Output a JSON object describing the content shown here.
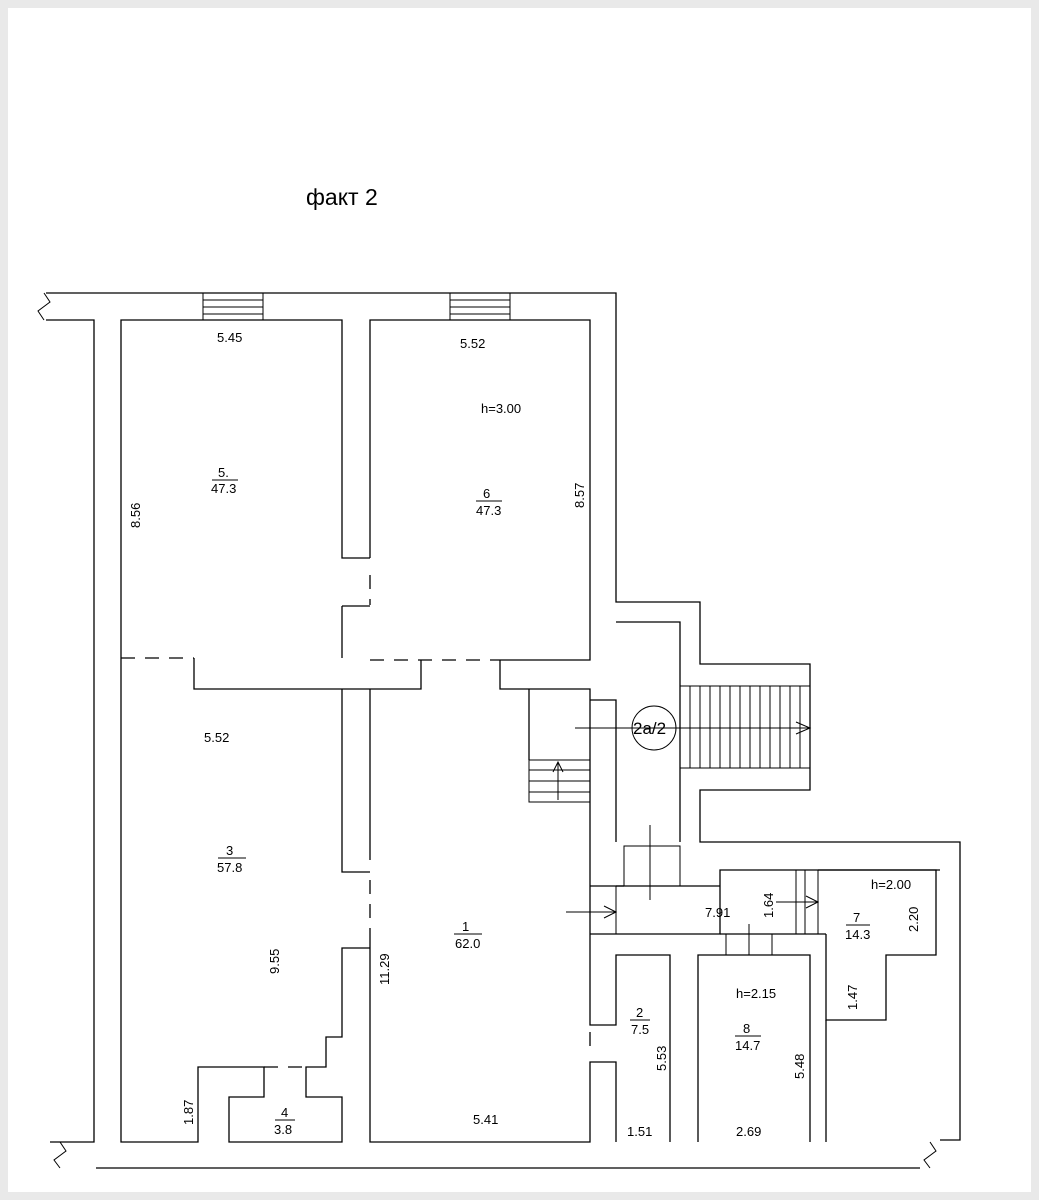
{
  "title": "факт 2",
  "stair_mark": "2а/2",
  "rooms": [
    {
      "number": "5.",
      "area": "47.3"
    },
    {
      "number": "6",
      "area": "47.3"
    },
    {
      "number": "3",
      "area": "57.8"
    },
    {
      "number": "1",
      "area": "62.0"
    },
    {
      "number": "2",
      "area": "7.5"
    },
    {
      "number": "4",
      "area": "3.8"
    },
    {
      "number": "7",
      "area": "14.3"
    },
    {
      "number": "8",
      "area": "14.7"
    }
  ],
  "dimensions": [
    "5.45",
    "5.52",
    "5.52",
    "5.41",
    "1.51",
    "2.69",
    "7.91",
    "8.56",
    "8.57",
    "9.55",
    "11.29",
    "1.87",
    "5.53",
    "5.48",
    "1.64",
    "2.20",
    "1.47"
  ],
  "heights": [
    "h=3.00",
    "h=2.00",
    "h=2.15"
  ]
}
